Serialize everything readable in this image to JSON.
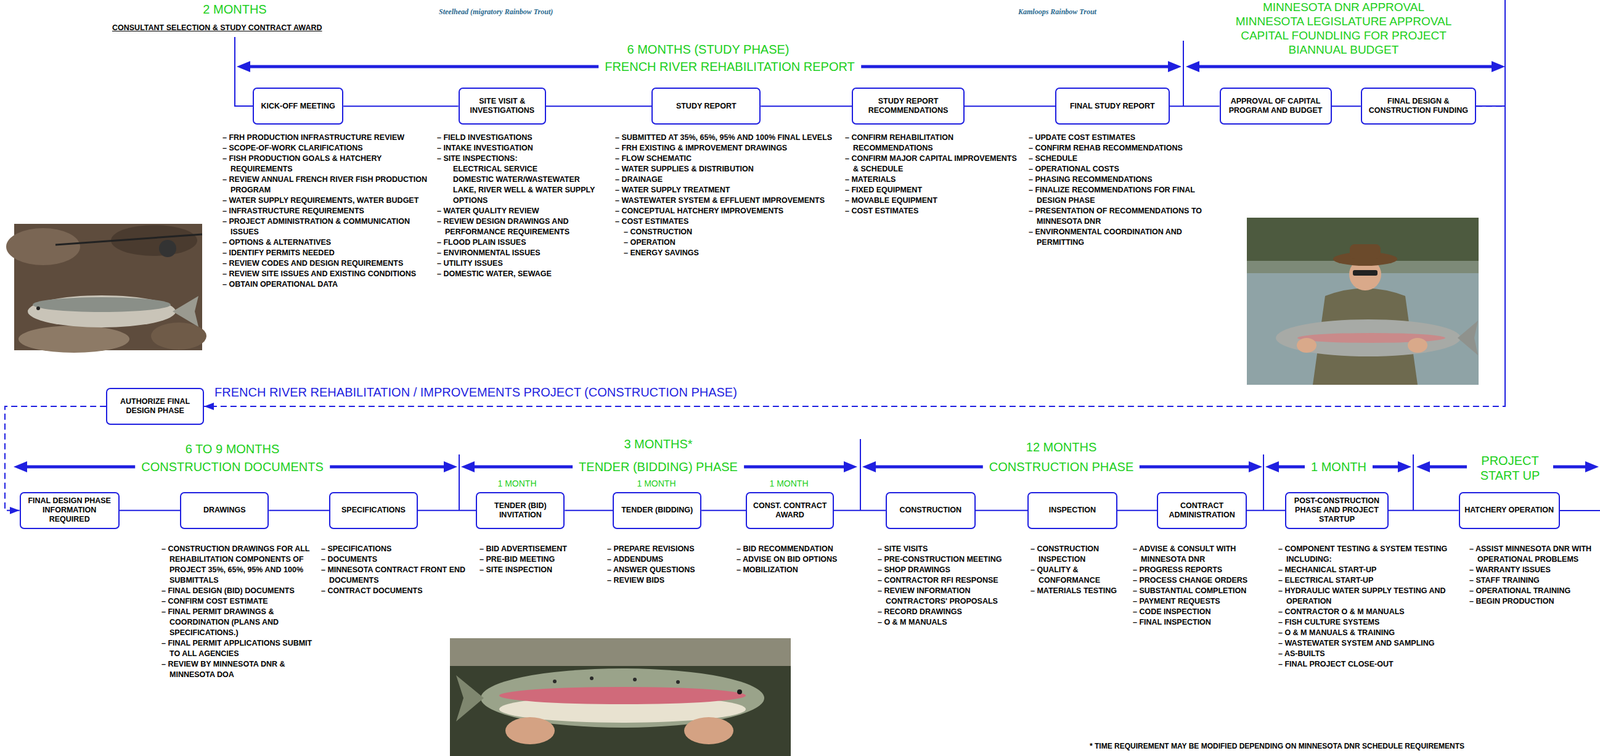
{
  "diagram": {
    "nodes": [
      {
        "text": [
          "KICK-OFF MEETING"
        ]
      },
      {
        "text": [
          "SITE VISIT & INVESTIGATIONS"
        ]
      },
      {
        "text": [
          "STUDY REPORT"
        ]
      },
      {
        "text": [
          "STUDY REPORT RECOMMENDATIONS"
        ]
      },
      {
        "text": [
          "FINAL STUDY REPORT"
        ]
      },
      {
        "text": [
          "APPROVAL OF CAPITAL PROGRAM AND BUDGET"
        ]
      },
      {
        "text": [
          "FINAL DESIGN & CONSTRUCTION FUNDING"
        ]
      },
      {
        "text": [
          "AUTHORIZE FINAL DESIGN PHASE"
        ]
      },
      {
        "text": [
          "FINAL DESIGN PHASE INFORMATION REQUIRED"
        ]
      },
      {
        "text": [
          "DRAWINGS"
        ]
      },
      {
        "text": [
          "SPECIFICATIONS"
        ]
      },
      {
        "text": [
          "TENDER (BID) INVITATION"
        ]
      },
      {
        "text": [
          "TENDER (BIDDING)"
        ]
      },
      {
        "text": [
          "CONST. CONTRACT AWARD"
        ]
      },
      {
        "text": [
          "CONSTRUCTION"
        ]
      },
      {
        "text": [
          "INSPECTION"
        ]
      },
      {
        "text": [
          "CONTRACT ADMINISTRATION"
        ]
      },
      {
        "text": [
          "POST-CONSTRUCTION PHASE AND PROJECT STARTUP"
        ]
      },
      {
        "text": [
          "HATCHERY OPERATION"
        ]
      }
    ],
    "edges": [
      {
        "from": 0,
        "to": 1,
        "arrow": "none"
      },
      {
        "from": 1,
        "to": 2,
        "arrow": "none"
      },
      {
        "from": 2,
        "to": 3,
        "arrow": "none"
      },
      {
        "from": 3,
        "to": 4,
        "arrow": "none"
      },
      {
        "from": 4,
        "to": 5,
        "arrow": "none"
      },
      {
        "from": 5,
        "to": 6,
        "arrow": "none"
      },
      {
        "from": 6,
        "to": 7,
        "arrow": "to"
      },
      {
        "from": 7,
        "to": 8,
        "arrow": "to"
      },
      {
        "from": 8,
        "to": 9,
        "arrow": "none"
      },
      {
        "from": 9,
        "to": 10,
        "arrow": "none"
      },
      {
        "from": 10,
        "to": 11,
        "arrow": "none"
      },
      {
        "from": 11,
        "to": 12,
        "arrow": "none"
      },
      {
        "from": 12,
        "to": 13,
        "arrow": "none"
      },
      {
        "from": 13,
        "to": 14,
        "arrow": "none"
      },
      {
        "from": 14,
        "to": 15,
        "arrow": "none"
      },
      {
        "from": 15,
        "to": 16,
        "arrow": "none"
      },
      {
        "from": 16,
        "to": 17,
        "arrow": "none"
      },
      {
        "from": 17,
        "to": 18,
        "arrow": "none"
      }
    ],
    "labels": [
      "2 MONTHS",
      "CONSULTANT SELECTION & STUDY CONTRACT AWARD",
      "Steelhead (migratory Rainbow Trout)",
      "Kamloops Rainbow Trout",
      "6 MONTHS (STUDY PHASE)",
      "FRENCH RIVER REHABILITATION REPORT",
      "MINNESOTA DNR APPROVAL",
      "MINNESOTA LEGISLATURE APPROVAL",
      "CAPITAL FOUNDLING FOR PROJECT BIANNUAL BUDGET",
      "– FRH PRODUCTION INFRASTRUCTURE REVIEW",
      "– SCOPE-OF-WORK CLARIFICATIONS",
      "– FISH PRODUCTION GOALS & HATCHERY REQUIREMENTS",
      "– REVIEW ANNUAL FRENCH RIVER FISH PRODUCTION PROGRAM",
      "– WATER SUPPLY REQUIREMENTS, WATER BUDGET",
      "– INFRASTRUCTURE REQUIREMENTS",
      "– PROJECT ADMINISTRATION & COMMUNICATION ISSUES",
      "– OPTIONS & ALTERNATIVES",
      "– IDENTIFY PERMITS NEEDED",
      "– REVIEW CODES AND DESIGN REQUIREMENTS",
      "– REVIEW SITE ISSUES AND EXISTING CONDITIONS",
      "– OBTAIN OPERATIONAL DATA",
      "– FIELD INVESTIGATIONS",
      "– INTAKE INVESTIGATION",
      "– SITE INSPECTIONS:",
      "ELECTRICAL SERVICE",
      "DOMESTIC WATER/WASTEWATER",
      "LAKE, RIVER WELL & WATER SUPPLY OPTIONS",
      "– WATER QUALITY REVIEW",
      "– REVIEW DESIGN DRAWINGS AND PERFORMANCE REQUIREMENTS",
      "– FLOOD PLAIN ISSUES",
      "– ENVIRONMENTAL ISSUES",
      "– UTILITY ISSUES",
      "– DOMESTIC WATER, SEWAGE",
      "– SUBMITTED AT 35%, 65%, 95% AND 100% FINAL LEVELS",
      "– FRH EXISTING & IMPROVEMENT DRAWINGS",
      "– FLOW SCHEMATIC",
      "– WATER SUPPLIES & DISTRIBUTION",
      "– DRAINAGE",
      "– WATER SUPPLY TREATMENT",
      "– WASTEWATER SYSTEM & EFFLUENT IMPROVEMENTS",
      "– CONCEPTUAL HATCHERY IMPROVEMENTS",
      "– COST ESTIMATES",
      "– CONSTRUCTION",
      "– OPERATION",
      "– ENERGY SAVINGS",
      "– CONFIRM REHABILITATION RECOMMENDATIONS",
      "– CONFIRM MAJOR CAPITAL IMPROVEMENTS & SCHEDULE",
      "– MATERIALS",
      "– FIXED EQUIPMENT",
      "– MOVABLE EQUIPMENT",
      "– COST ESTIMATES",
      "– UPDATE COST ESTIMATES",
      "– CONFIRM REHAB RECOMMENDATIONS",
      "– SCHEDULE",
      "– OPERATIONAL COSTS",
      "– PHASING RECOMMENDATIONS",
      "– FINALIZE RECOMMENDATIONS FOR FINAL DESIGN PHASE",
      "– PRESENTATION OF RECOMMENDATIONS TO MINNESOTA DNR",
      "– ENVIRONMENTAL COORDINATION AND PERMITTING",
      "FRENCH RIVER REHABILITATION / IMPROVEMENTS PROJECT (CONSTRUCTION PHASE)",
      "6 TO 9 MONTHS",
      "CONSTRUCTION DOCUMENTS",
      "3 MONTHS*",
      "TENDER (BIDDING) PHASE",
      "1 MONTH",
      "1 MONTH",
      "1 MONTH",
      "12 MONTHS",
      "CONSTRUCTION PHASE",
      "1 MONTH",
      "PROJECT START UP",
      "– CONSTRUCTION DRAWINGS FOR ALL REHABILITATION COMPONENTS OF PROJECT 35%, 65%, 95% AND 100% SUBMITTALS",
      "– FINAL DESIGN (BID) DOCUMENTS",
      "– CONFIRM COST ESTIMATE",
      "– FINAL PERMIT DRAWINGS & COORDINATION (PLANS AND SPECIFICATIONS.)",
      "– FINAL PERMIT APPLICATIONS SUBMIT TO ALL AGENCIES",
      "– REVIEW BY MINNESOTA DNR & MINNESOTA DOA",
      "– SPECIFICATIONS",
      "– DOCUMENTS",
      "– MINNESOTA CONTRACT FRONT END DOCUMENTS",
      "– CONTRACT DOCUMENTS",
      "– BID ADVERTISEMENT",
      "– PRE-BID MEETING",
      "– SITE INSPECTION",
      "– PREPARE REVISIONS",
      "– ADDENDUMS",
      "– ANSWER QUESTIONS",
      "– REVIEW BIDS",
      "– BID RECOMMENDATION",
      "– ADVISE ON BID OPTIONS",
      "– MOBILIZATION",
      "– SITE VISITS",
      "– PRE-CONSTRUCTION MEETING",
      "– SHOP DRAWINGS",
      "– CONTRACTOR RFI RESPONSE",
      "– REVIEW INFORMATION CONTRACTORS' PROPOSALS",
      "– RECORD DRAWINGS",
      "– O & M MANUALS",
      "– CONSTRUCTION INSPECTION",
      "– QUALITY & CONFORMANCE",
      "– MATERIALS TESTING",
      "– ADVISE & CONSULT WITH MINNESOTA DNR",
      "– PROGRESS REPORTS",
      "– PROCESS CHANGE ORDERS",
      "– SUBSTANTIAL COMPLETION",
      "– PAYMENT REQUESTS",
      "– CODE INSPECTION",
      "– FINAL INSPECTION",
      "– COMPONENT TESTING & SYSTEM TESTING INCLUDING:",
      "– MECHANICAL START-UP",
      "– ELECTRICAL START-UP",
      "– HYDRAULIC WATER SUPPLY TESTING AND OPERATION",
      "– CONTRACTOR O & M MANUALS",
      "– FISH CULTURE SYSTEMS",
      "– O & M MANUALS & TRAINING",
      "– WASTEWATER SYSTEM AND SAMPLING",
      "– AS-BUILTS",
      "– FINAL PROJECT CLOSE-OUT",
      "– ASSIST MINNESOTA DNR WITH OPERATIONAL PROBLEMS",
      "– WARRANTY ISSUES",
      "– STAFF TRAINING",
      "– OPERATIONAL TRAINING",
      "– BEGIN PRODUCTION",
      "* TIME REQUIREMENT MAY BE MODIFIED DEPENDING ON MINNESOTA DNR SCHEDULE REQUIREMENTS"
    ]
  }
}
